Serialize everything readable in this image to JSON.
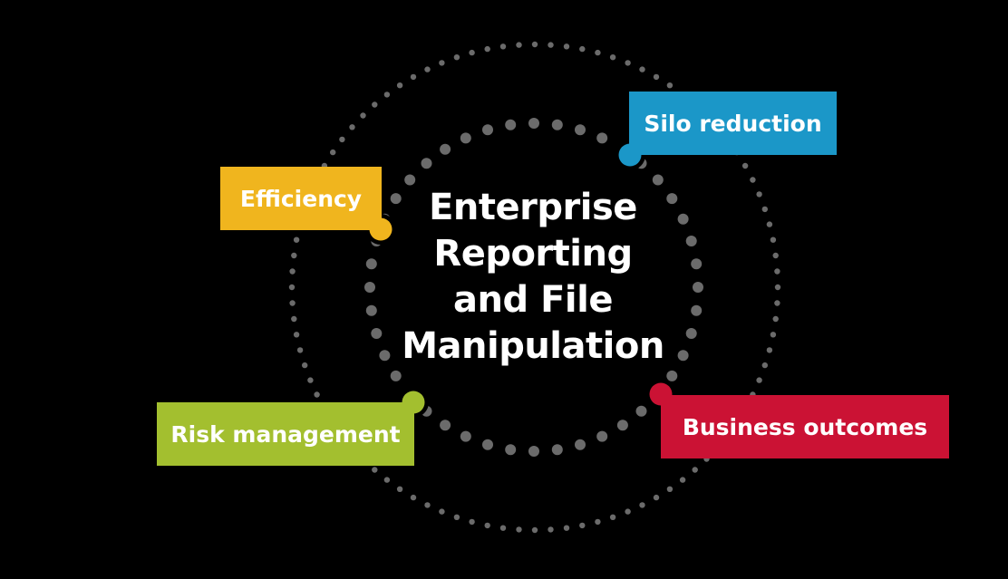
{
  "diagram": {
    "center_title_lines": [
      "Enterprise",
      "Reporting",
      "and File",
      "Manipulation"
    ],
    "colors": {
      "background": "#000000",
      "dots": "#6b6b6b",
      "efficiency": "#f0b51e",
      "silo_reduction": "#1b97c8",
      "risk_management": "#a3bf2f",
      "business_outcomes": "#cb1234",
      "text": "#ffffff"
    },
    "labels": {
      "efficiency": "Efficiency",
      "silo_reduction": "Silo reduction",
      "risk_management": "Risk management",
      "business_outcomes": "Business outcomes"
    }
  }
}
